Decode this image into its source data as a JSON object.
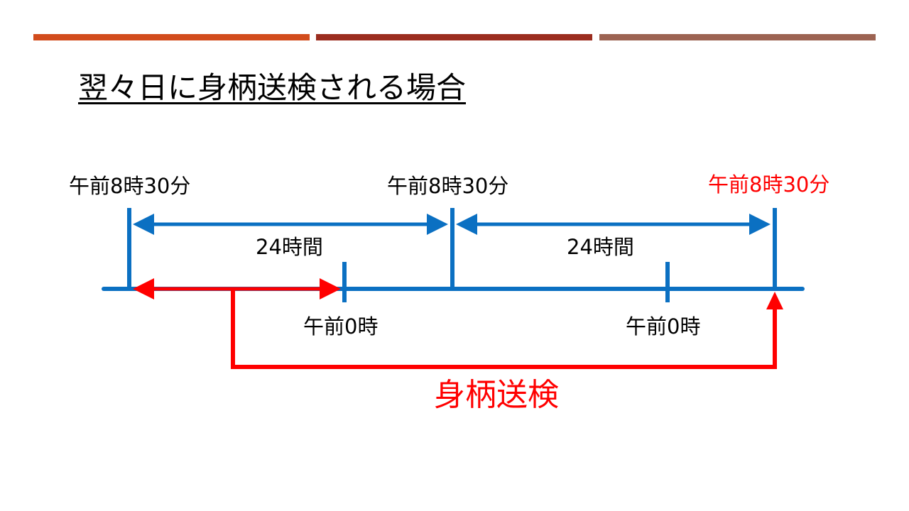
{
  "colors": {
    "accent_bars": [
      "#d24c1c",
      "#9b2d1f",
      "#9c6352"
    ],
    "timeline": "#0b70c2",
    "highlight": "#ff0000"
  },
  "title": "翌々日に身柄送検される場合",
  "labels": {
    "time_830_first": "午前8時30分",
    "time_830_second": "午前8時30分",
    "time_830_third": "午前8時30分",
    "span_24h_first": "24時間",
    "span_24h_second": "24時間",
    "midnight_first": "午前0時",
    "midnight_second": "午前0時",
    "transfer": "身柄送検"
  }
}
